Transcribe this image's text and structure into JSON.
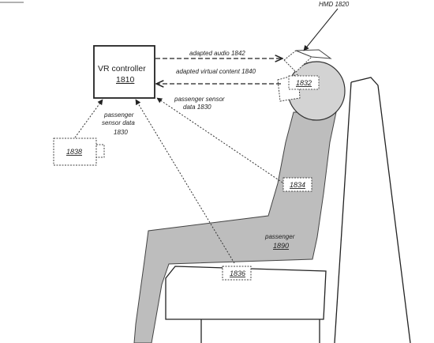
{
  "figure": {
    "hmd": {
      "label": "HMD 1820",
      "ref": "1832"
    },
    "controller": {
      "title": "VR controller",
      "ref": "1810"
    },
    "arrows": {
      "audio": "adapted audio 1842",
      "content": "adapted virtual content 1840",
      "sensor_right_1": "passenger sensor",
      "sensor_right_2": "data 1830",
      "sensor_left_1": "passenger",
      "sensor_left_2": "sensor data",
      "sensor_left_3": "1830"
    },
    "sensors": {
      "external": "1838",
      "seatback": "1834",
      "seat": "1836"
    },
    "passenger": {
      "label": "passenger",
      "ref": "1890"
    }
  }
}
